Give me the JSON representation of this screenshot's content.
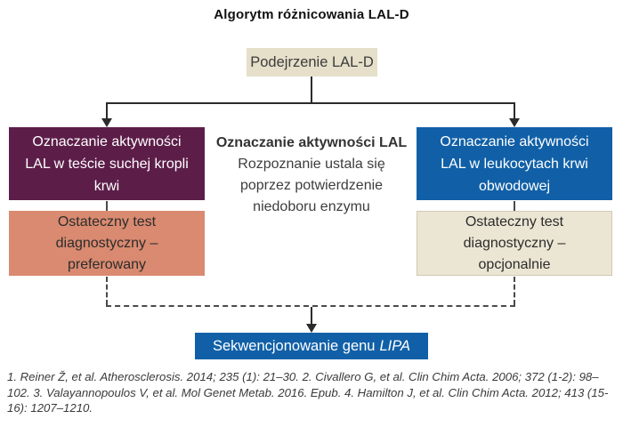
{
  "title": "Algorytm różnicowania LAL-D",
  "flow": {
    "suspicion_box": "Podejrzenie LAL-D",
    "left_box": "Oznaczanie aktywności LAL w teście suchej kropli krwi",
    "center_note": {
      "heading": "Oznaczanie aktywności LAL",
      "body": "Rozpoznanie ustala się poprzez potwierdzenie niedoboru enzymu"
    },
    "right_box": "Oznaczanie aktywności LAL w leukocytach krwi obwodowej",
    "left_result_box": "Ostateczny test diagnostyczny – preferowany",
    "right_result_box": "Ostateczny test diagnostyczny – opcjonalnie",
    "final_box": {
      "text": "Sekwencjonowanie genu",
      "gene": "LIPA"
    }
  },
  "references": "1. Reiner Ž, et al. Atherosclerosis. 2014; 235 (1): 21–30. 2. Civallero G, et al. Clin Chim Acta. 2006; 372 (1-2): 98–102. 3. Valayannopoulos V, et al. Mol Genet Metab. 2016. Epub. 4. Hamilton J, et al. Clin Chim Acta. 2012; 413 (15-16): 1207–1210.",
  "colors": {
    "maroon": "#5C1E49",
    "blue": "#1160A7",
    "salmon": "#D98A70",
    "beige": "#E6DFC9",
    "result_beige": "#EBE5D3",
    "line": "#2b2b2b"
  }
}
